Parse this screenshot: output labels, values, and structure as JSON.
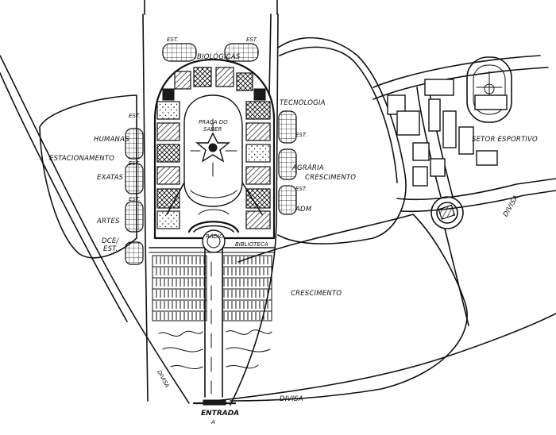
{
  "labels": {
    "estacionamento": "ESTACIONAMENTO",
    "humanas": "HUMANAS",
    "exatas": "EXATAS",
    "artes": "ARTES",
    "dce": "DCE/",
    "dce_est": "EST.",
    "biologicas": "BIOLÓGICAS",
    "tecnologia": "TECNOLOGIA",
    "agraria": "AGRÁRIA",
    "adm": "ADM",
    "praca_line1": "PRAÇA DO",
    "praca_line2": "SABER",
    "crescimento_right": "CRESCIMENTO",
    "crescimento_lower": "CRESCIMENTO",
    "setor_esportivo": "SETOR ESPORTIVO",
    "divisa_right": "DIVISA",
    "divisa_bottom": "DIVISA",
    "divisa_left": "DIVISA",
    "entrada": "ENTRADA",
    "entrada_marker": "A",
    "radio": "RÁDIO",
    "biblioteca": "BIBLIOTECA",
    "est": "EST."
  },
  "colors": {
    "ink": "#111111",
    "paper": "#ffffff"
  }
}
